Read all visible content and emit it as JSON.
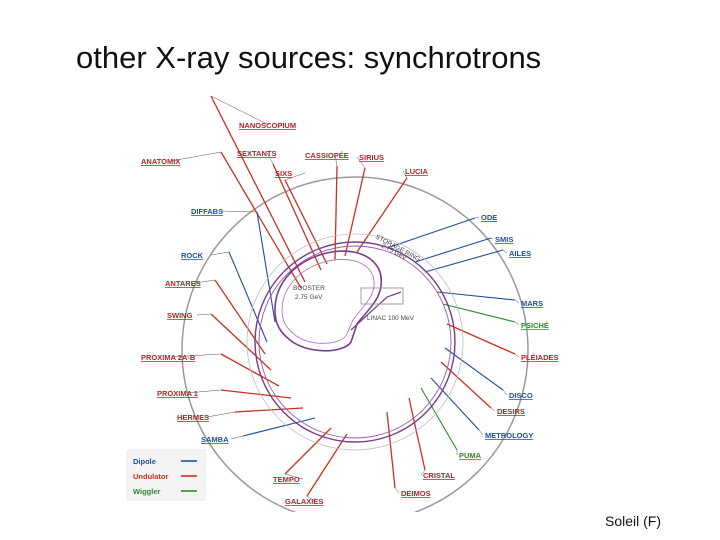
{
  "slide": {
    "title": "other X-ray sources: synchrotrons",
    "caption": "Soleil (F)"
  },
  "diagram": {
    "ring_label_1": "STORAGE RING",
    "ring_label_2": "2.75 GeV",
    "booster_label_1": "BOOSTER",
    "booster_label_2": "2.75 GeV",
    "linac_label": "LINAC 100 MeV",
    "colors": {
      "dipole": "#1f4e9c",
      "undulator": "#c8321e",
      "wiggler": "#2e8b2e",
      "ring": "#8a8a8a",
      "inner_ring": "#7a3d8c",
      "label_red": "#b0252a",
      "label_blue": "#1f4e9c"
    },
    "legend": [
      {
        "label": "Dipole",
        "kind": "dipole"
      },
      {
        "label": "Undulator",
        "kind": "undulator"
      },
      {
        "label": "Wiggler",
        "kind": "wiggler"
      }
    ],
    "beamlines": [
      {
        "name": "NANOSCOPIUM",
        "kind": "undulator"
      },
      {
        "name": "ANATOMIX",
        "kind": "undulator"
      },
      {
        "name": "SEXTANTS",
        "kind": "undulator"
      },
      {
        "name": "CASSIOPÉE",
        "kind": "undulator"
      },
      {
        "name": "SIRIUS",
        "kind": "undulator"
      },
      {
        "name": "SIXS",
        "kind": "undulator"
      },
      {
        "name": "LUCIA",
        "kind": "undulator"
      },
      {
        "name": "DIFFABS",
        "kind": "dipole"
      },
      {
        "name": "ODE",
        "kind": "dipole"
      },
      {
        "name": "SMIS",
        "kind": "dipole"
      },
      {
        "name": "AILES",
        "kind": "dipole"
      },
      {
        "name": "ROCK",
        "kind": "dipole"
      },
      {
        "name": "ANTARES",
        "kind": "undulator"
      },
      {
        "name": "MARS",
        "kind": "dipole"
      },
      {
        "name": "PSICHÉ",
        "kind": "wiggler"
      },
      {
        "name": "SWING",
        "kind": "undulator"
      },
      {
        "name": "PROXIMA 2A-B",
        "kind": "undulator"
      },
      {
        "name": "PLÉIADES",
        "kind": "undulator"
      },
      {
        "name": "PROXIMA 1",
        "kind": "undulator"
      },
      {
        "name": "DISCO",
        "kind": "dipole"
      },
      {
        "name": "HERMES",
        "kind": "undulator"
      },
      {
        "name": "DESIRS",
        "kind": "undulator"
      },
      {
        "name": "SAMBA",
        "kind": "dipole"
      },
      {
        "name": "METROLOGY",
        "kind": "dipole"
      },
      {
        "name": "PUMA",
        "kind": "wiggler"
      },
      {
        "name": "TEMPO",
        "kind": "undulator"
      },
      {
        "name": "CRISTAL",
        "kind": "undulator"
      },
      {
        "name": "GALAXIES",
        "kind": "undulator"
      },
      {
        "name": "DEIMOS",
        "kind": "undulator"
      }
    ]
  }
}
